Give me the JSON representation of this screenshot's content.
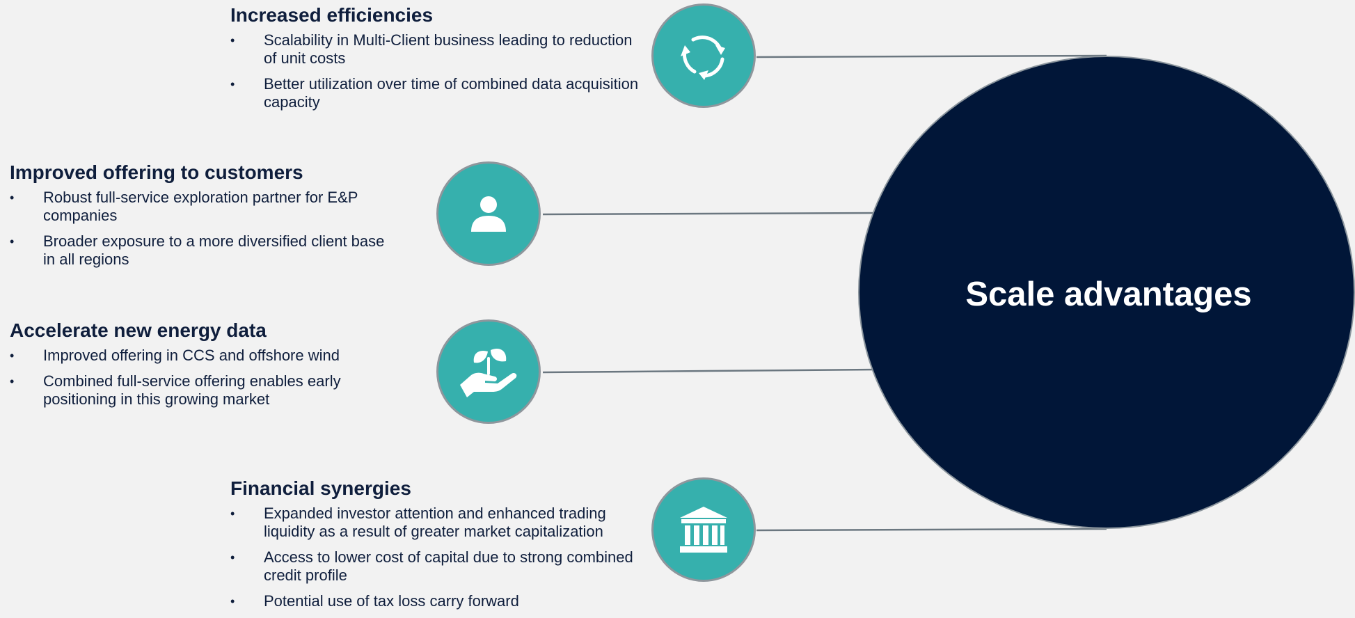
{
  "center": {
    "title": "Scale advantages"
  },
  "benefits": [
    {
      "title": "Increased efficiencies",
      "icon": "refresh-cycle-icon",
      "bullets": [
        "Scalability in Multi-Client business leading to reduction of unit costs",
        "Better utilization over time of combined data acquisition capacity"
      ]
    },
    {
      "title": "Improved offering to customers",
      "icon": "person-icon",
      "bullets": [
        "Robust full-service exploration partner for E&P companies",
        "Broader exposure to a more diversified client base in all regions"
      ]
    },
    {
      "title": "Accelerate new energy data",
      "icon": "hand-plant-icon",
      "bullets": [
        "Improved offering in CCS and offshore wind",
        "Combined full-service offering enables early positioning in this growing market"
      ]
    },
    {
      "title": "Financial synergies",
      "icon": "bank-building-icon",
      "bullets": [
        "Expanded investor attention and enhanced trading liquidity as a result of greater market capitalization",
        "Access to lower cost of capital due to strong combined credit profile",
        "Potential use of tax loss carry forward"
      ]
    }
  ],
  "colors": {
    "background": "#f2f2f2",
    "center_circle": "#011638",
    "icon_circle": "#36b0ad",
    "text": "#0f1e3c",
    "connector": "#6b7780"
  }
}
